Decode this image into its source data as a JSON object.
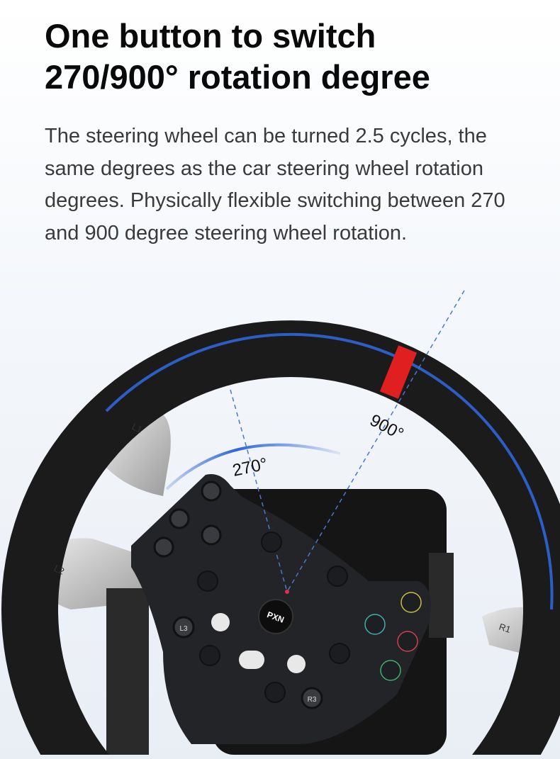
{
  "headline": {
    "line1": "One button to switch",
    "line2": "270/900° rotation degree"
  },
  "description": "The steering wheel can be turned 2.5 cycles, the same degrees as the car steering wheel rotation degrees. Physically flexible switching between 270 and 900 degree steering wheel rotation.",
  "wheel": {
    "angle_small": "270°",
    "angle_large": "900°",
    "paddles": {
      "left_top": "L1",
      "left_bottom": "L2",
      "right": "R1"
    },
    "buttons": {
      "l3": "L3",
      "r3": "R3",
      "logo": "PXN"
    },
    "colors": {
      "arc": "#2f66d8",
      "marker": "#e02020",
      "hub": "#222326",
      "rim": "#1a1a1a"
    }
  }
}
